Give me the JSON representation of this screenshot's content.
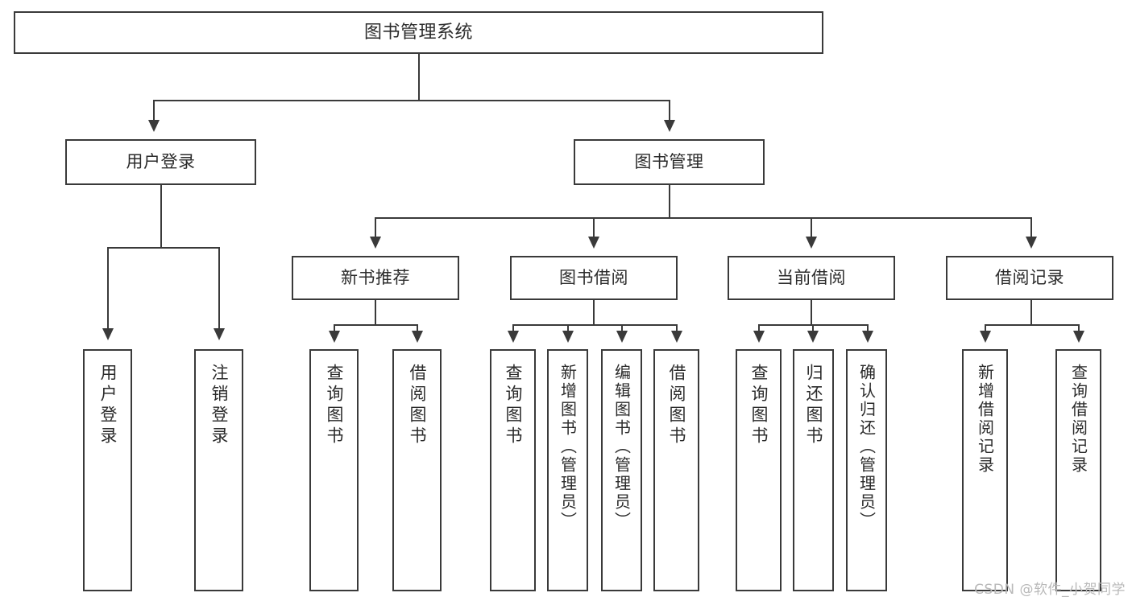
{
  "diagram": {
    "type": "tree-hierarchy-diagram",
    "title": "图书管理系统",
    "watermark": "CSDN @软件_小贺同学",
    "colors": {
      "stroke": "#3a3a3a",
      "fill": "#ffffff",
      "text": "#2b2b2b",
      "watermark": "#b9b9b9"
    },
    "nodes": {
      "root": {
        "label": "图书管理系统"
      },
      "level2": [
        {
          "label": "用户登录"
        },
        {
          "label": "图书管理"
        }
      ],
      "level3": [
        {
          "label": "新书推荐"
        },
        {
          "label": "图书借阅"
        },
        {
          "label": "当前借阅"
        },
        {
          "label": "借阅记录"
        }
      ],
      "leaves": {
        "user_login": [
          {
            "label": "用户登录"
          },
          {
            "label": "注销登录"
          }
        ],
        "new_book_recommend": [
          {
            "label": "查询图书"
          },
          {
            "label": "借阅图书"
          }
        ],
        "book_borrow": [
          {
            "label": "查询图书"
          },
          {
            "label": "新增图书（管理员）"
          },
          {
            "label": "编辑图书（管理员）"
          },
          {
            "label": "借阅图书"
          }
        ],
        "current_borrow": [
          {
            "label": "查询图书"
          },
          {
            "label": "归还图书"
          },
          {
            "label": "确认归还（管理员）"
          }
        ],
        "borrow_record": [
          {
            "label": "新增借阅记录"
          },
          {
            "label": "查询借阅记录"
          }
        ]
      }
    }
  }
}
